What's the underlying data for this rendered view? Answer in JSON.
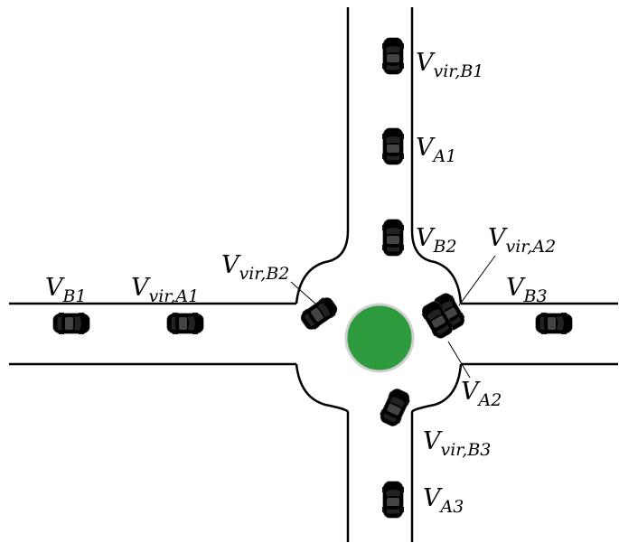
{
  "colors": {
    "background": "#ffffff",
    "road_edge": "#000000",
    "island": "#2e9a3e",
    "vehicle_blue": "#2b5fb3",
    "vehicle_yellow": "#f2c21a",
    "vehicle_white": "#f2f2f2"
  },
  "vehicles": [
    {
      "id": "vir_B1",
      "color": "white",
      "icon": "car-top-view-icon",
      "label": {
        "main": "V",
        "sub": "vir,B1"
      }
    },
    {
      "id": "A1",
      "color": "blue",
      "icon": "car-top-view-icon",
      "label": {
        "main": "V",
        "sub": "A1"
      }
    },
    {
      "id": "B2",
      "color": "yellow",
      "icon": "car-top-view-icon",
      "label": {
        "main": "V",
        "sub": "B2"
      }
    },
    {
      "id": "vir_A2",
      "color": "white",
      "icon": "car-top-view-icon",
      "label": {
        "main": "V",
        "sub": "vir,A2"
      }
    },
    {
      "id": "A2",
      "color": "blue",
      "icon": "car-top-view-icon",
      "label": {
        "main": "V",
        "sub": "A2"
      }
    },
    {
      "id": "B3",
      "color": "yellow",
      "icon": "car-top-view-icon",
      "label": {
        "main": "V",
        "sub": "B3"
      }
    },
    {
      "id": "vir_B2",
      "color": "white",
      "icon": "car-top-view-icon",
      "label": {
        "main": "V",
        "sub": "vir,B2"
      }
    },
    {
      "id": "B1",
      "color": "yellow",
      "icon": "car-top-view-icon",
      "label": {
        "main": "V",
        "sub": "B1"
      }
    },
    {
      "id": "vir_A1",
      "color": "white",
      "icon": "car-top-view-icon",
      "label": {
        "main": "V",
        "sub": "vir,A1"
      }
    },
    {
      "id": "vir_B3",
      "color": "white",
      "icon": "car-top-view-icon",
      "label": {
        "main": "V",
        "sub": "vir,B3"
      }
    },
    {
      "id": "A3",
      "color": "blue",
      "icon": "car-top-view-icon",
      "label": {
        "main": "V",
        "sub": "A3"
      }
    }
  ]
}
